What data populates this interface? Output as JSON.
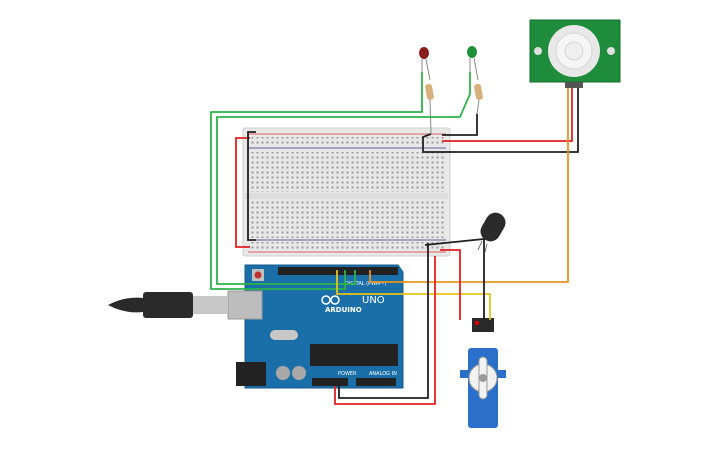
{
  "arduino": {
    "brand_label": "ARDUINO",
    "model_label": "UNO",
    "power_header_label": "POWER",
    "analog_header_label": "ANALOG IN",
    "digital_header_label": "DIGITAL (PWM~)"
  },
  "colors": {
    "breadboard": "#e8e8e8",
    "arduino": "#1b6fa8",
    "pir_board": "#1e8c3a",
    "servo": "#2a6fc9",
    "red_wire": "#e02020",
    "black_wire": "#202020",
    "green_wire": "#2db34a",
    "orange_wire": "#e8951e",
    "yellow_wire": "#e6c41d"
  },
  "icons": {
    "usb": "usb-cable-icon",
    "infinity_logo": "infinity-logo-icon"
  }
}
